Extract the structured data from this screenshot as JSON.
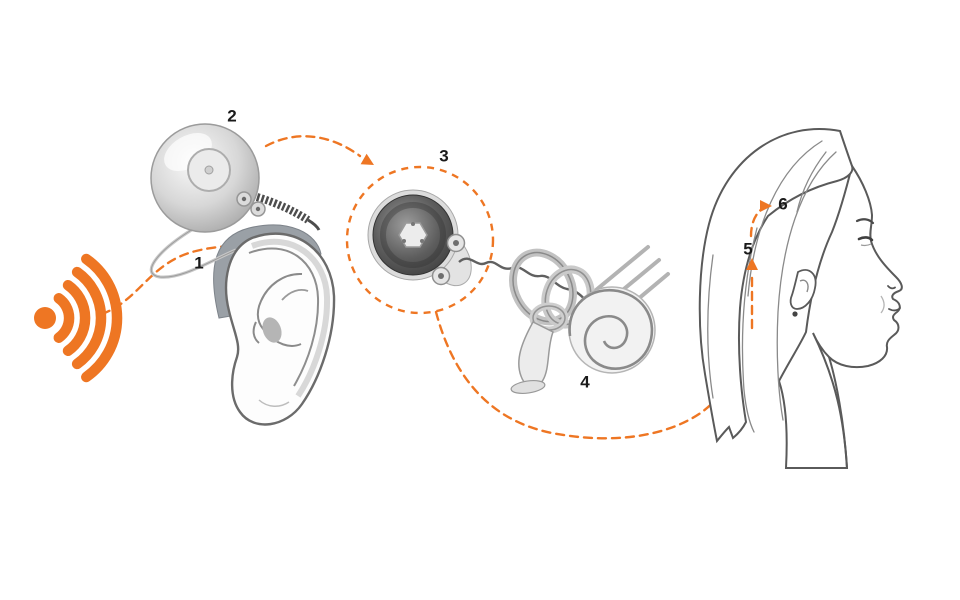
{
  "colors": {
    "accent": "#EE7623",
    "label_text": "#1A1A1A"
  },
  "steps": [
    {
      "number": "1"
    },
    {
      "number": "2"
    },
    {
      "number": "3"
    },
    {
      "number": "4"
    },
    {
      "number": "5"
    },
    {
      "number": "6"
    }
  ],
  "illustrations": [
    {
      "name": "sound-waves-icon"
    },
    {
      "name": "sound-processor-illustration"
    },
    {
      "name": "ear-illustration"
    },
    {
      "name": "cochlear-implant-illustration"
    },
    {
      "name": "inner-ear-cochlea-illustration"
    },
    {
      "name": "head-profile-illustration"
    }
  ]
}
